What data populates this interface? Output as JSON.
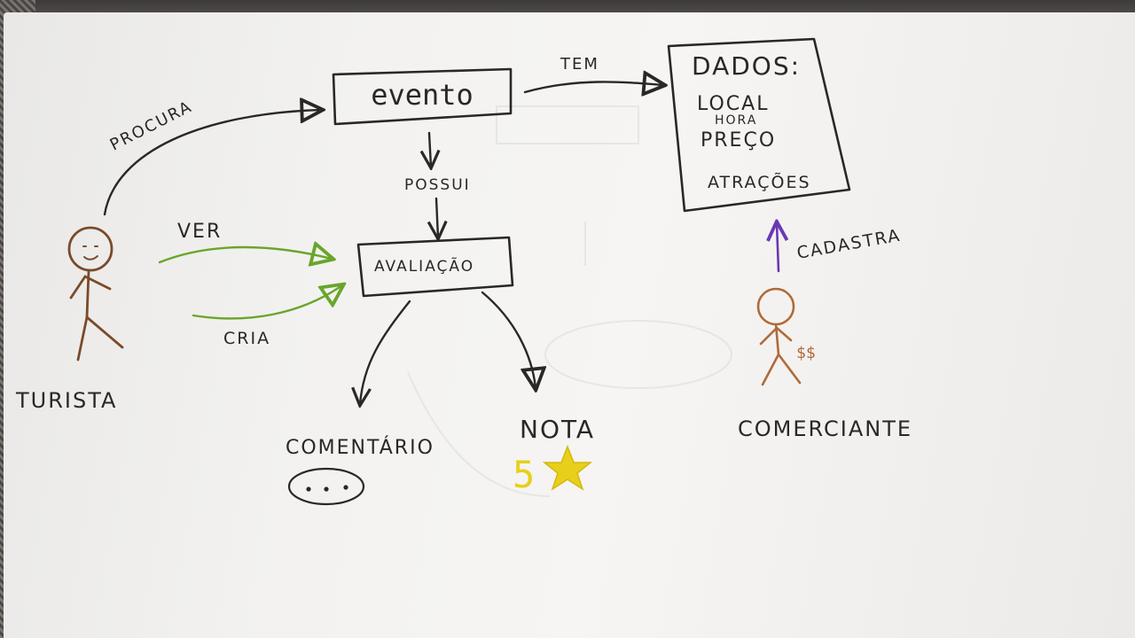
{
  "nodes": {
    "evento": "evento",
    "avaliacao": "AVALIAÇÃO",
    "dados_title": "DADOS:",
    "dados_items": [
      "LOCAL",
      "HORA",
      "PREÇO",
      "ATRAÇÕES"
    ],
    "comentario": "COMENTÁRIO",
    "nota": "NOTA",
    "nota_value": "5",
    "turista": "TURISTA",
    "comerciante": "COMERCIANTE",
    "money": "$$"
  },
  "edges": {
    "procura": "PROCURA",
    "tem": "TEM",
    "possui": "POSSUI",
    "ver": "VER",
    "cria": "CRIA",
    "cadastra": "CADASTRA"
  },
  "colors": {
    "ink": "#2b2724",
    "green": "#6aa52b",
    "purple": "#6a38b5",
    "brown": "#7a4a2a",
    "orange_brown": "#b06a3a",
    "yellow": "#e8cf1a"
  }
}
